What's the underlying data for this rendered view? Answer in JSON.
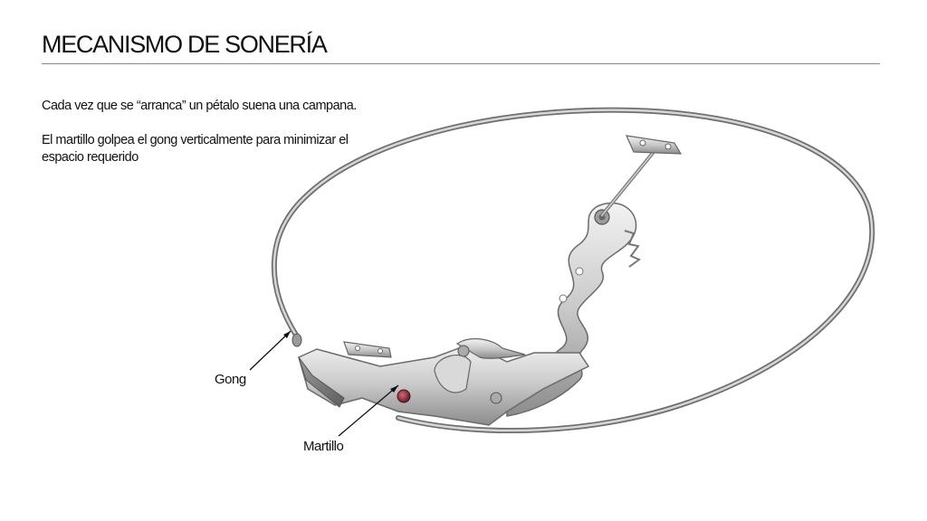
{
  "title": "MECANISMO DE SONERÍA",
  "paragraphs": [
    "Cada vez que se “arranca” un pétalo suena una campana.",
    "El martillo golpea el gong verticalmente para minimizar el espacio requerido"
  ],
  "callouts": {
    "gong": "Gong",
    "hammer": "Martillo"
  },
  "colors": {
    "metal_light": "#e4e4e4",
    "metal_mid": "#b8b8b8",
    "metal_dark": "#6e6e6e",
    "jewel": "#8a2a3a",
    "rule": "#8a8a8a"
  }
}
